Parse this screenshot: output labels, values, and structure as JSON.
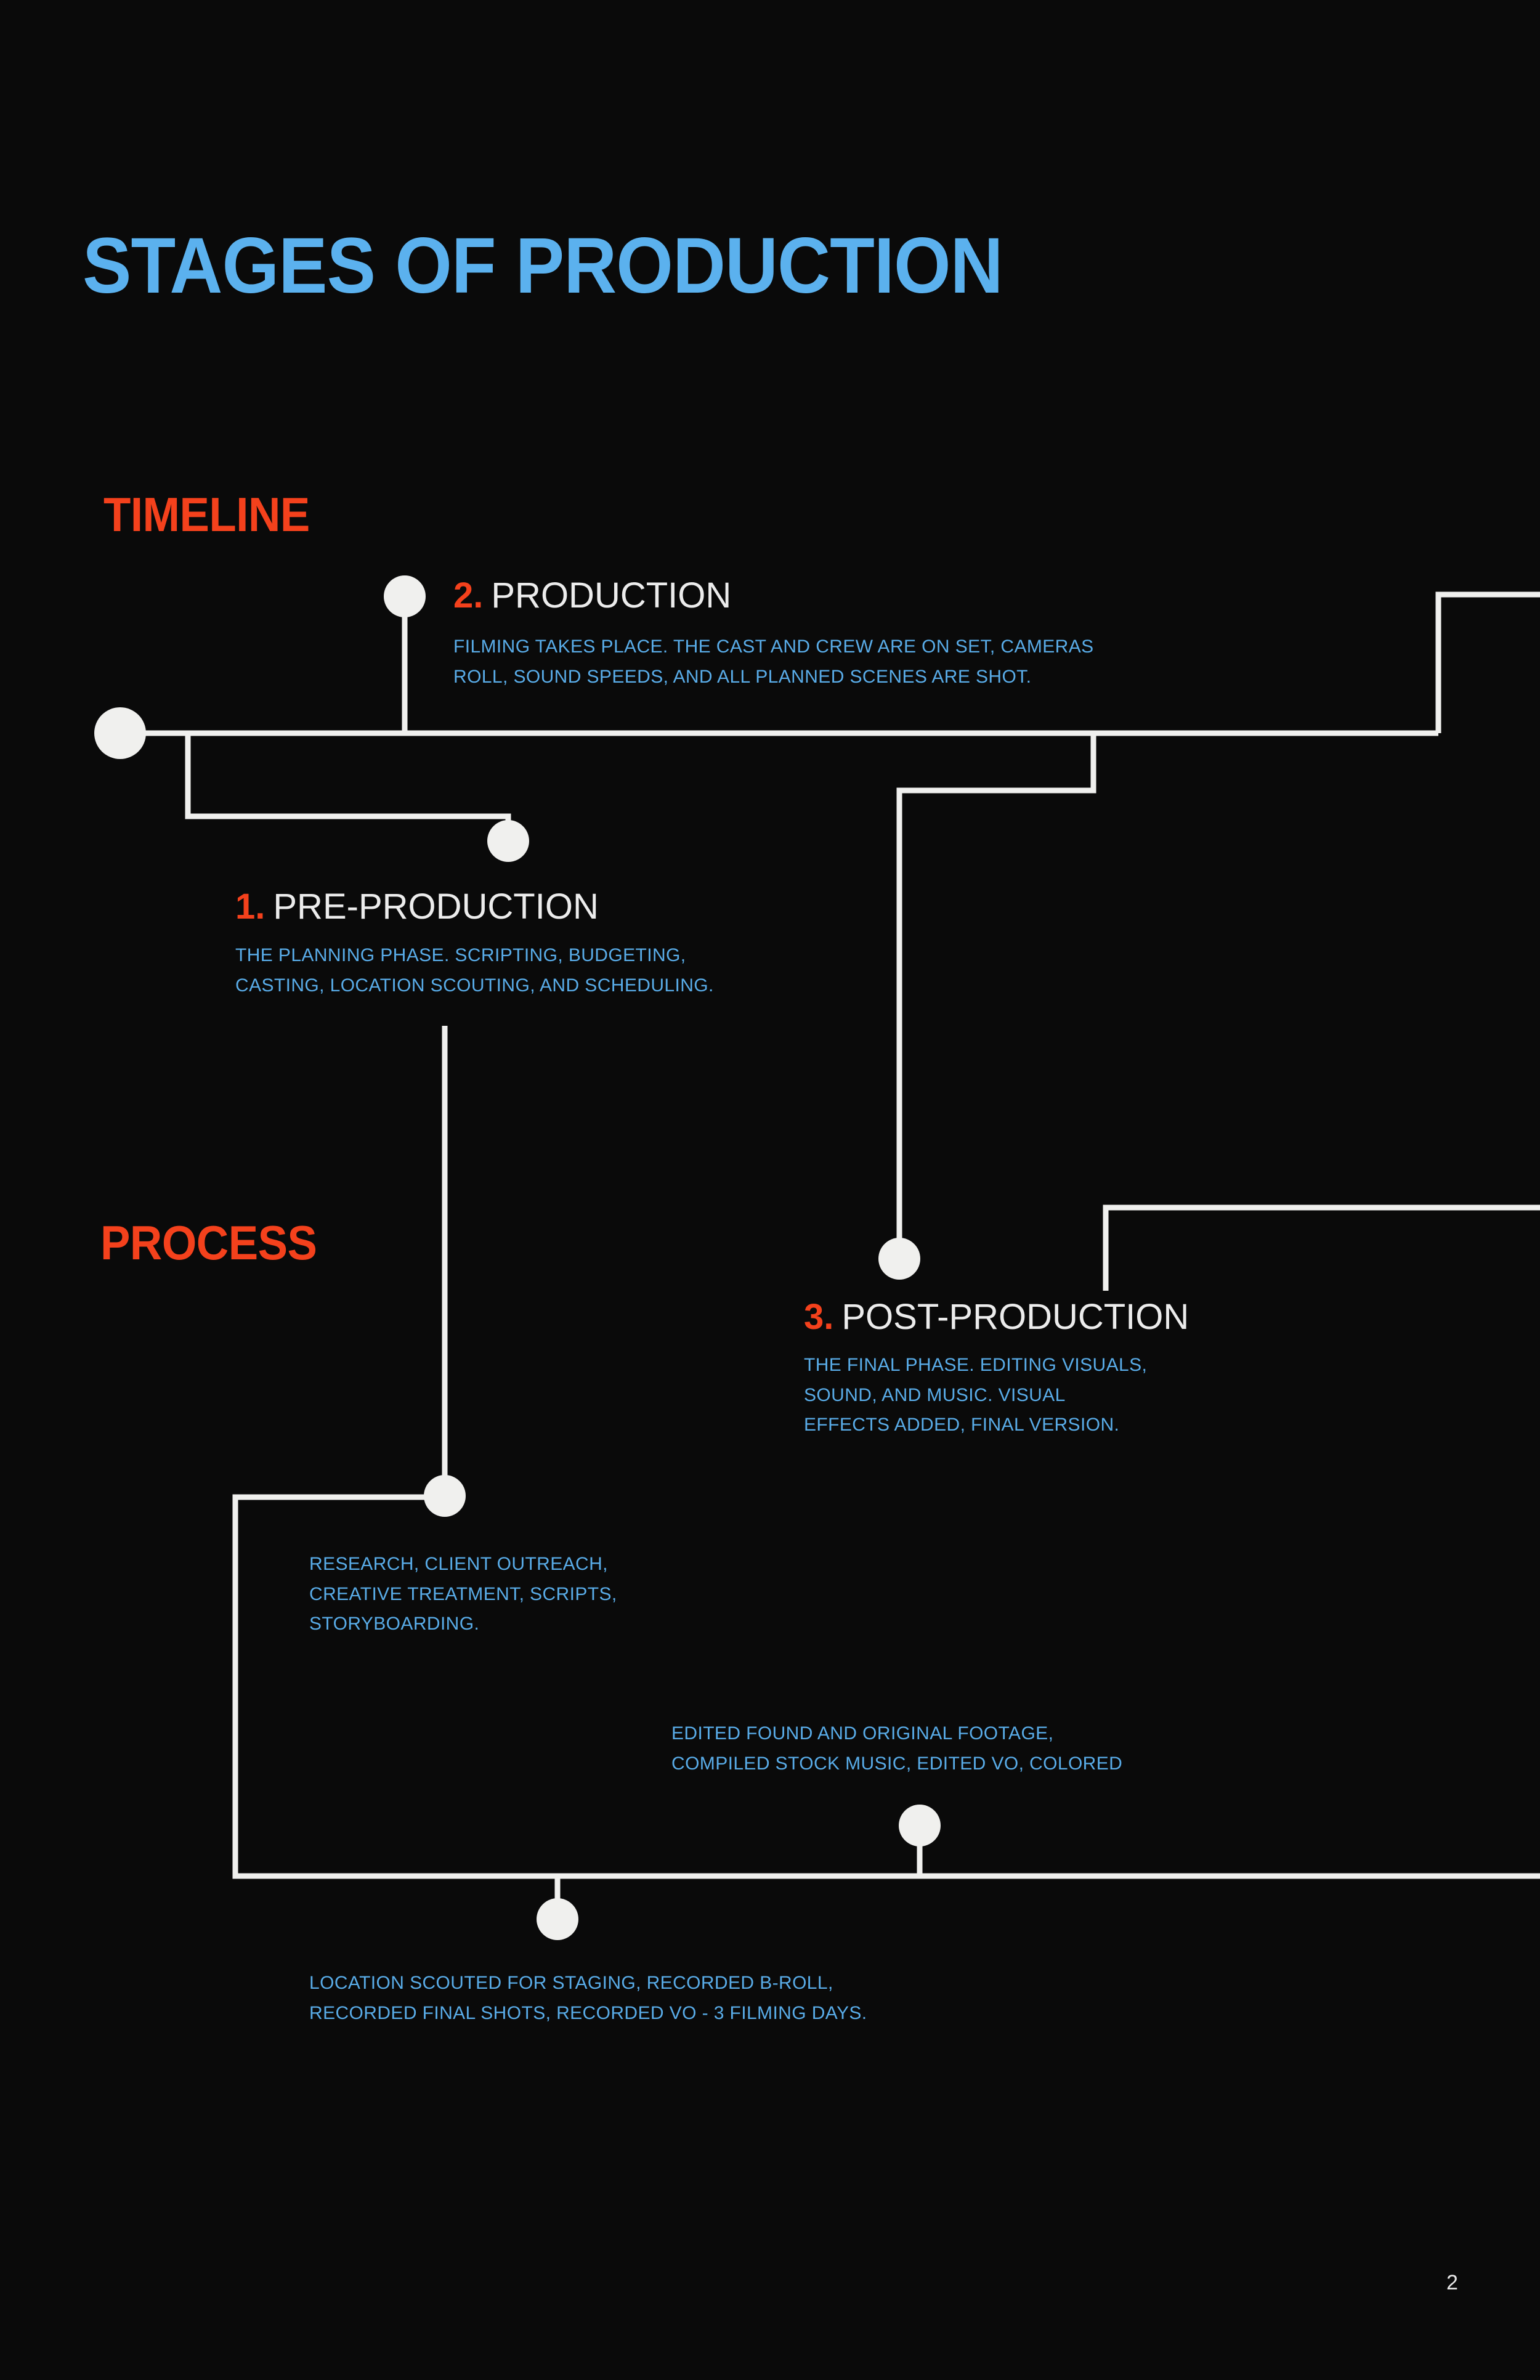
{
  "page": {
    "title": "STAGES OF PRODUCTION",
    "page_number": "2",
    "background_color": "#0a0a0a",
    "accent_orange": "#F4411C",
    "accent_blue": "#5BB1EE",
    "body_blue": "#59ACE8",
    "line_color": "#F0F0EE",
    "heading_white": "#ECECEC"
  },
  "sections": {
    "timeline_label": "TIMELINE",
    "process_label": "PROCESS"
  },
  "steps": [
    {
      "number": "1.",
      "name": "PRE-PRODUCTION",
      "description": "THE PLANNING PHASE. SCRIPTING, BUDGETING,\nCASTING, LOCATION SCOUTING, AND SCHEDULING."
    },
    {
      "number": "2.",
      "name": "PRODUCTION",
      "description": "FILMING TAKES PLACE. THE CAST AND CREW ARE ON SET, CAMERAS\nROLL, SOUND SPEEDS, AND ALL PLANNED SCENES ARE SHOT."
    },
    {
      "number": "3.",
      "name": "POST-PRODUCTION",
      "description": "THE FINAL PHASE. EDITING VISUALS,\nSOUND, AND MUSIC. VISUAL\nEFFECTS ADDED, FINAL VERSION."
    }
  ],
  "process_details": [
    {
      "for_step": "PRE-PRODUCTION",
      "text": "RESEARCH, CLIENT OUTREACH,\nCREATIVE TREATMENT, SCRIPTS,\nSTORYBOARDING."
    },
    {
      "for_step": "POST-PRODUCTION",
      "text": "EDITED FOUND AND ORIGINAL FOOTAGE,\nCOMPILED STOCK MUSIC, EDITED VO, COLORED"
    },
    {
      "for_step": "PRODUCTION",
      "text": "LOCATION SCOUTED FOR STAGING, RECORDED B-ROLL,\nRECORDED FINAL SHOTS, RECORDED VO - 3 FILMING DAYS."
    }
  ]
}
